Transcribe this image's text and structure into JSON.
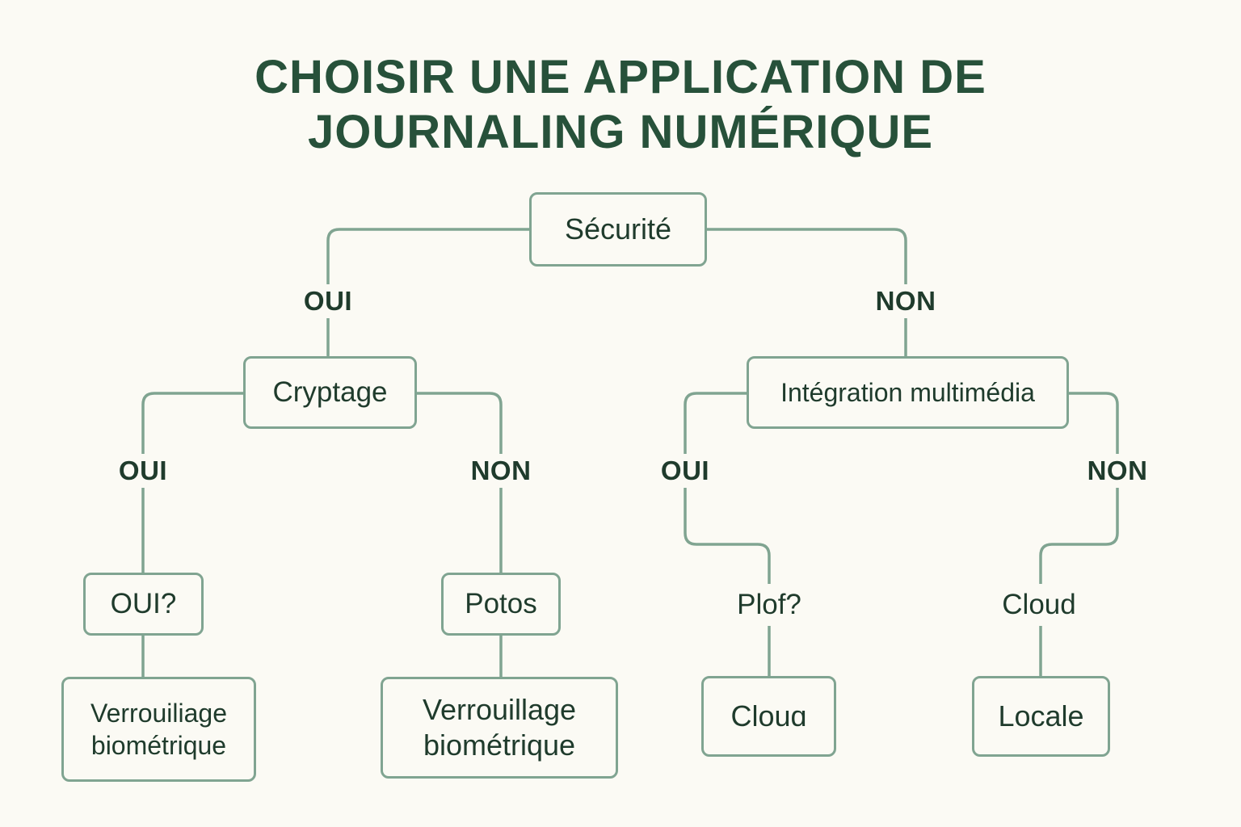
{
  "title": {
    "line1": "CHOISIR UNE APPLICATION DE",
    "line2": "JOURNALING NUMÉRIQUE"
  },
  "nodes": {
    "root": "Sécurité",
    "cryptage": "Cryptage",
    "multimedia": "Intégration multimédia",
    "oui_q": "OUI?",
    "potos": "Potos",
    "plof": "Plof?",
    "cloud_mid": "Cloud",
    "verrou_left": "Verrouiliage biométrique",
    "verrou_right": "Verrouillage biométrique",
    "cloua": "Clouɑ",
    "locale": "Locale"
  },
  "edge_labels": {
    "root_yes": "OUI",
    "root_no": "NON",
    "crypt_yes": "OUI",
    "crypt_no": "NON",
    "multi_yes": "OUI",
    "multi_no": "NON"
  },
  "colors": {
    "background": "#fbfaf4",
    "text": "#1f3b2c",
    "title": "#27513a",
    "stroke": "#80a491"
  }
}
